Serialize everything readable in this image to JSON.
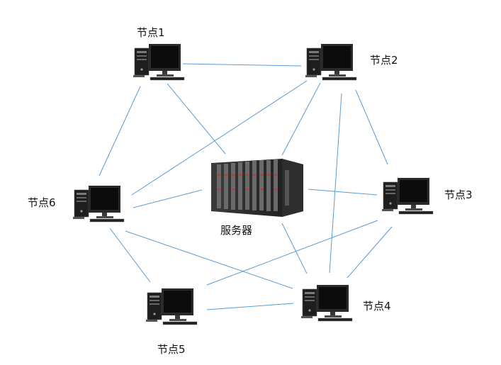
{
  "diagram": {
    "edge_color": "#5b9bd5",
    "server": {
      "label": "服务器",
      "icon": "rack-server-icon"
    },
    "nodes": [
      {
        "id": "n1",
        "label": "节点1",
        "icon": "desktop-computer-icon"
      },
      {
        "id": "n2",
        "label": "节点2",
        "icon": "desktop-computer-icon"
      },
      {
        "id": "n3",
        "label": "节点3",
        "icon": "desktop-computer-icon"
      },
      {
        "id": "n4",
        "label": "节点4",
        "icon": "desktop-computer-icon"
      },
      {
        "id": "n5",
        "label": "节点5",
        "icon": "desktop-computer-icon"
      },
      {
        "id": "n6",
        "label": "节点6",
        "icon": "desktop-computer-icon"
      }
    ],
    "edges": [
      [
        "n1",
        "n2"
      ],
      [
        "n1",
        "n6"
      ],
      [
        "n1",
        "server"
      ],
      [
        "n2",
        "n6"
      ],
      [
        "n2",
        "server"
      ],
      [
        "n2",
        "n3"
      ],
      [
        "n2",
        "n4"
      ],
      [
        "n6",
        "server"
      ],
      [
        "n6",
        "n5"
      ],
      [
        "n6",
        "n4"
      ],
      [
        "server",
        "n3"
      ],
      [
        "server",
        "n4"
      ],
      [
        "n3",
        "n5"
      ],
      [
        "n3",
        "n4"
      ],
      [
        "n5",
        "n4"
      ]
    ]
  }
}
